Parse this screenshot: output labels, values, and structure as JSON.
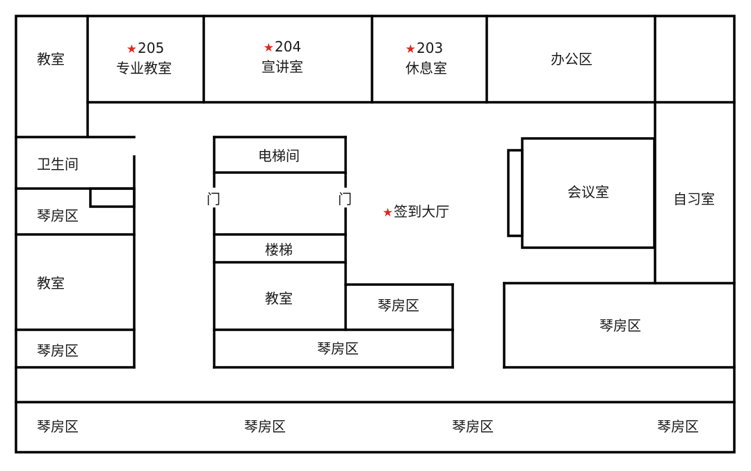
{
  "accent_color": "#d92b1f",
  "wall_color": "#000000",
  "marker_icon": "star-icon",
  "rooms": {
    "top_left_classroom": "教室",
    "room205_number": "205",
    "room205_name": "专业教室",
    "room204_number": "204",
    "room204_name": "宣讲室",
    "room203_number": "203",
    "room203_name": "休息室",
    "office": "办公区",
    "restroom": "卫生间",
    "left_piano_upper": "琴房区",
    "left_classroom": "教室",
    "left_piano_lower": "琴房区",
    "elevator": "电梯间",
    "door_left": "门",
    "door_right": "门",
    "lobby": "签到大厅",
    "stairs": "楼梯",
    "center_classroom": "教室",
    "center_piano_right": "琴房区",
    "center_piano_bottom": "琴房区",
    "meeting_room": "会议室",
    "study_room": "自习室",
    "right_piano": "琴房区",
    "bottom_piano_1": "琴房区",
    "bottom_piano_2": "琴房区",
    "bottom_piano_3": "琴房区",
    "bottom_piano_4": "琴房区"
  }
}
